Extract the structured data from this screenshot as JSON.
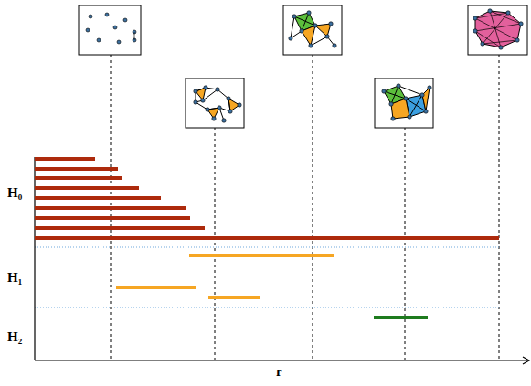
{
  "diagram": {
    "labels": [
      "H₀",
      "H₁",
      "H₂",
      "r"
    ]
  }
}
